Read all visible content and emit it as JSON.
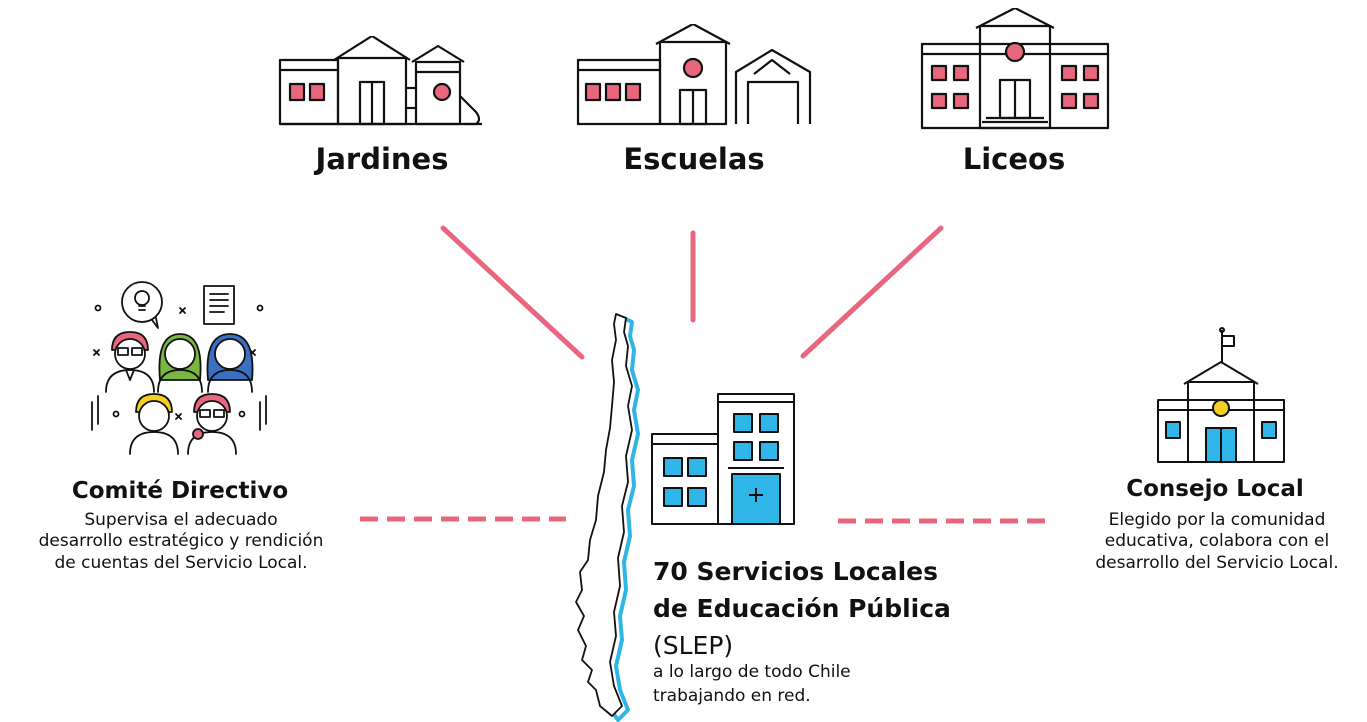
{
  "colors": {
    "accent_pink": "#e8677f",
    "accent_blue": "#2fb5e8",
    "accent_yellow": "#f2d024",
    "accent_green": "#7ab642",
    "accent_dark_blue": "#3b6fc2",
    "ink": "#111111"
  },
  "top_institutions": [
    {
      "label": "Jardines",
      "icon": "kindergarten-building-icon"
    },
    {
      "label": "Escuelas",
      "icon": "school-building-icon"
    },
    {
      "label": "Liceos",
      "icon": "high-school-building-icon"
    }
  ],
  "comite": {
    "title": "Comité Directivo",
    "lines": [
      "Supervisa el adecuado",
      "desarrollo estratégico y rendición",
      "de cuentas del Servicio Local."
    ],
    "icon": "committee-people-icon"
  },
  "consejo": {
    "title": "Consejo Local",
    "lines": [
      "Elegido por la comunidad",
      "educativa, colabora con el",
      "desarrollo del Servicio Local."
    ],
    "icon": "town-hall-building-icon"
  },
  "center": {
    "title_lines": [
      "70 Servicios Locales",
      "de Educación Pública"
    ],
    "abbr": "(SLEP)",
    "sub_lines": [
      "a lo largo de todo Chile",
      "trabajando en red."
    ],
    "icons": [
      "chile-map-icon",
      "office-building-icon"
    ]
  }
}
